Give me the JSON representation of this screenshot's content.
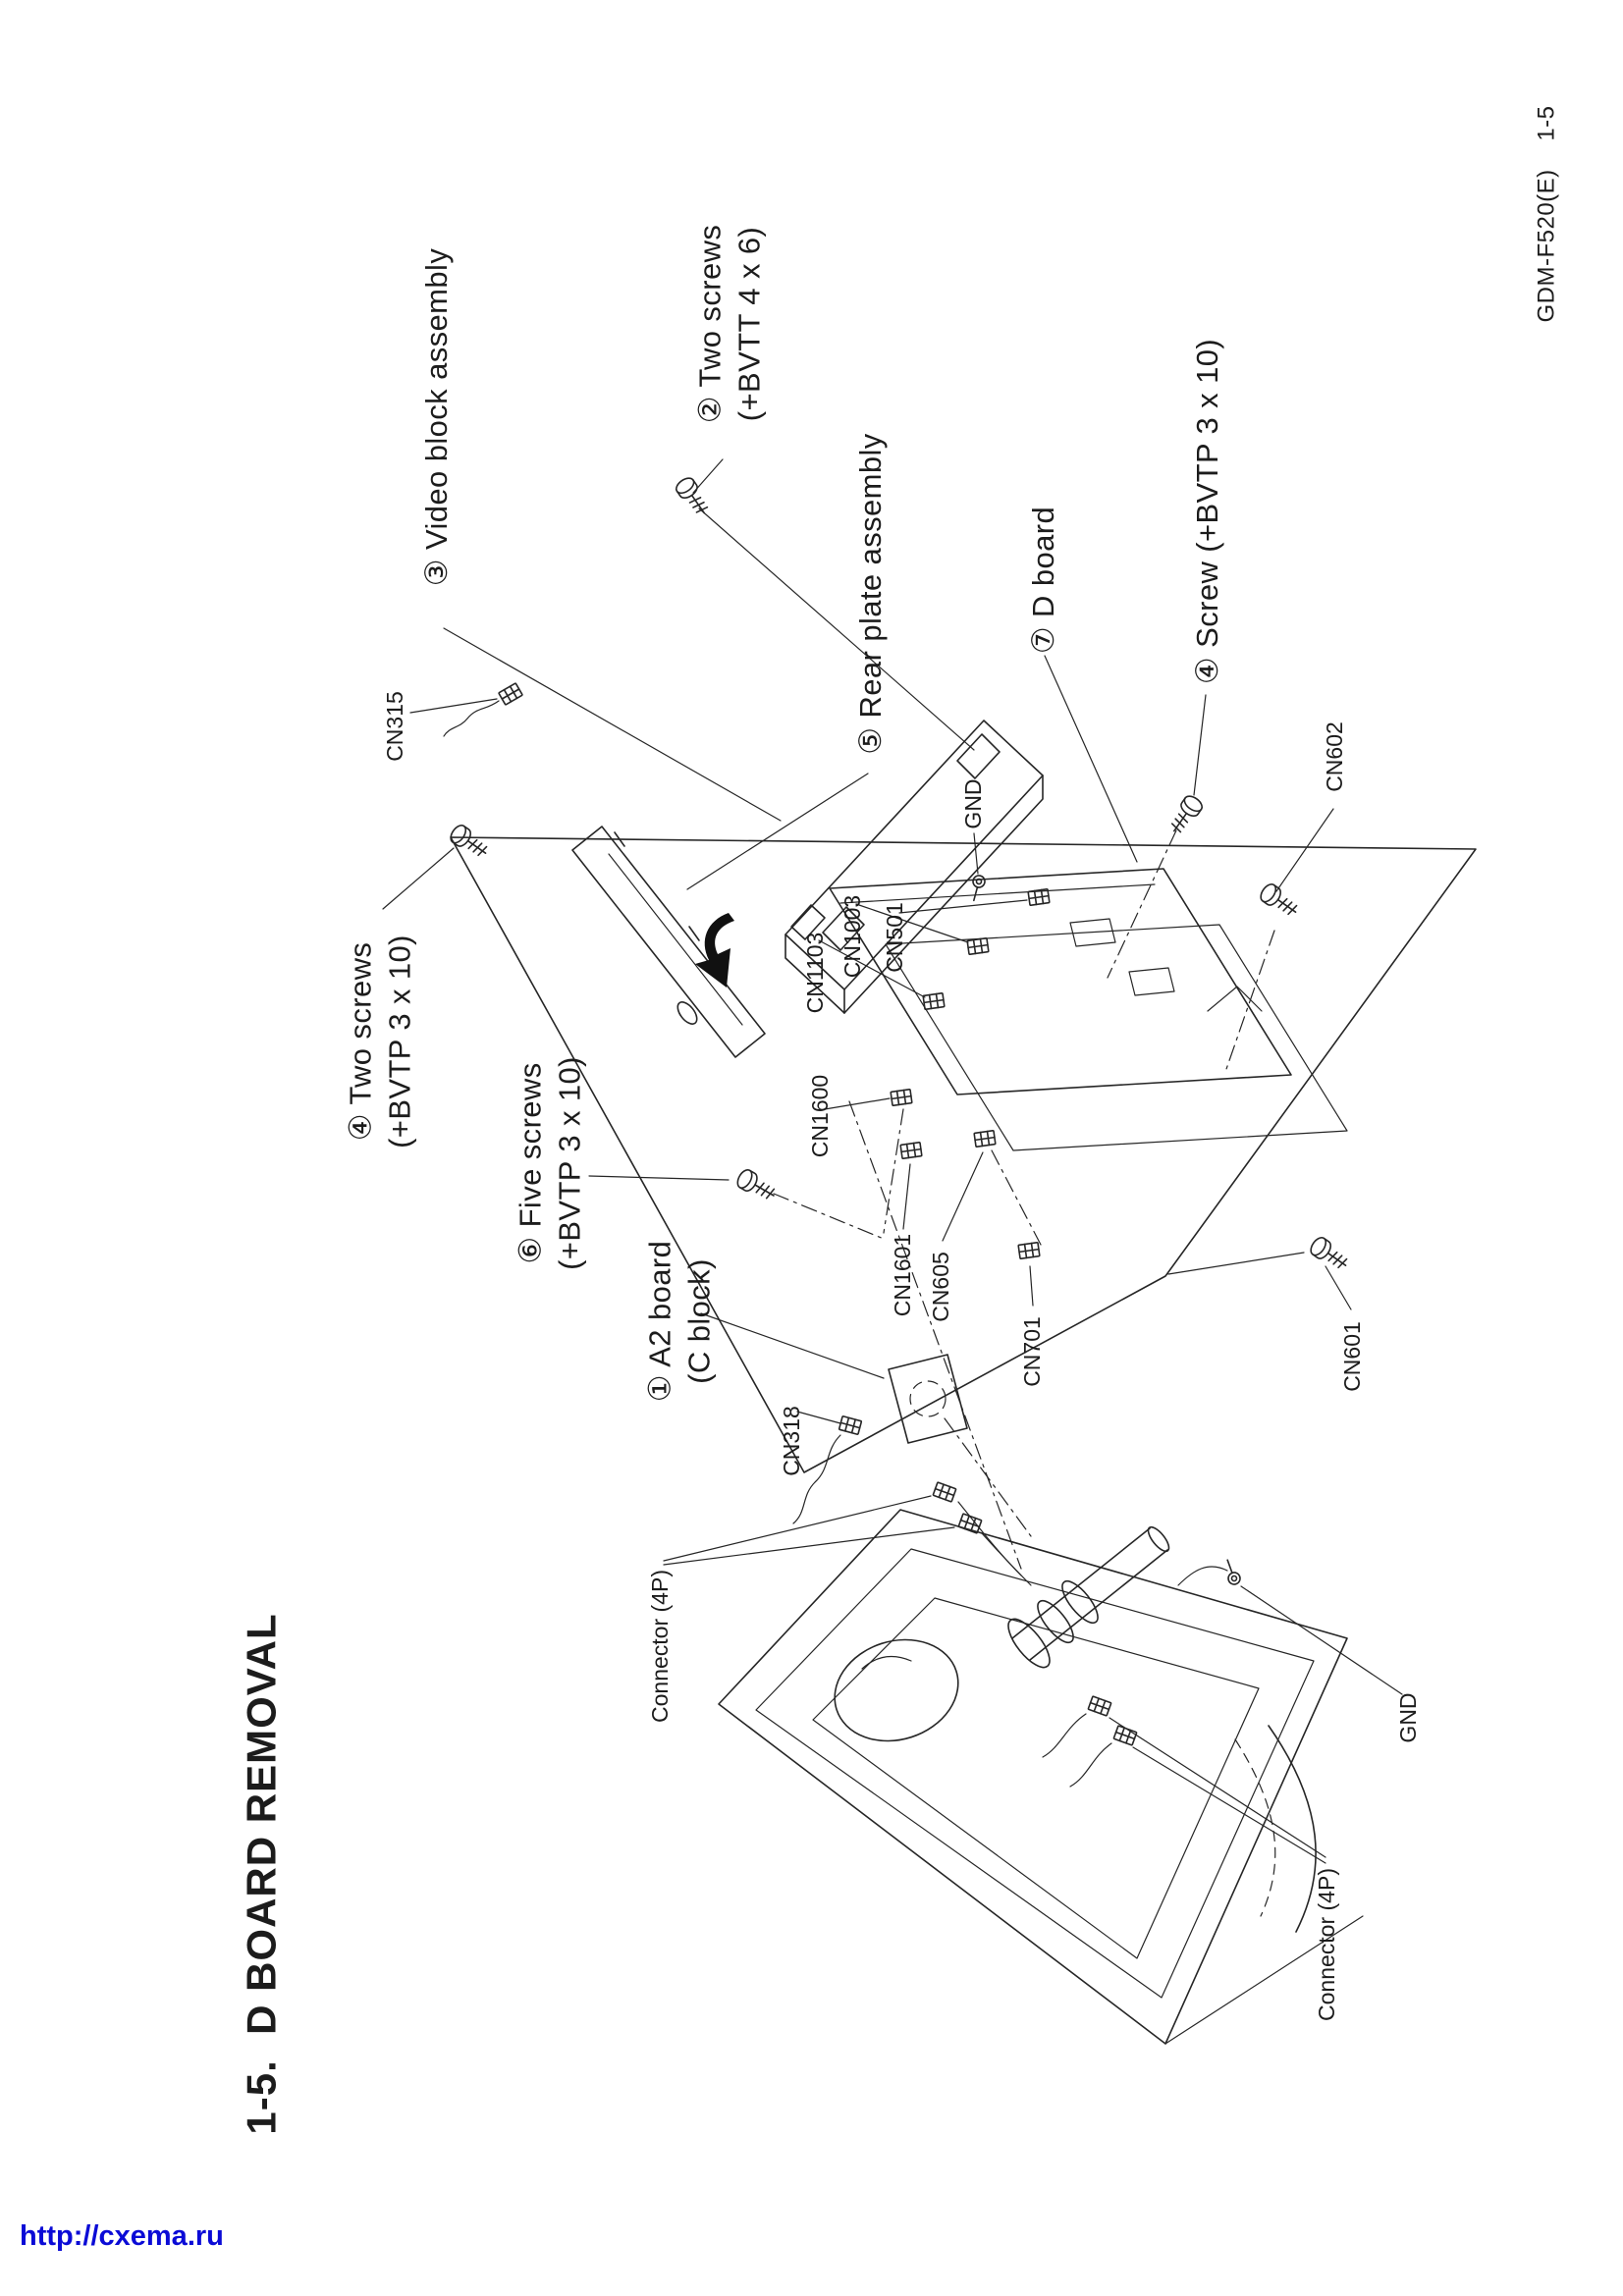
{
  "page": {
    "title": "1-5.  D BOARD REMOVAL",
    "doc_ref": "GDM-F520(E)    1-5",
    "watermark": "http://cxema.ru"
  },
  "callouts": {
    "video_block": "③ Video block assembly",
    "two_screws_bvtt": "② Two screws\n(+BVTT 4 x 6)",
    "rear_plate": "⑤ Rear plate assembly",
    "d_board": "⑦ D board",
    "screw_bvtp": "④ Screw (+BVTP 3 x 10)",
    "two_screws_bvtp": "④ Two screws\n(+BVTP 3 x 10)",
    "five_screws_bvtp": "⑥ Five screws\n(+BVTP 3 x 10)",
    "a2_board": "① A2 board\n(C block)"
  },
  "part_labels": {
    "cn315": "CN315",
    "gnd_top": "GND",
    "cn602": "CN602",
    "cn501": "CN501",
    "cn1003": "CN1003",
    "cn1103": "CN1103",
    "cn1600": "CN1600",
    "cn1601": "CN1601",
    "cn605": "CN605",
    "cn701": "CN701",
    "cn601": "CN601",
    "cn318": "CN318",
    "connector_4p_top": "Connector (4P)",
    "gnd_bottom": "GND",
    "connector_4p_bottom": "Connector (4P)"
  }
}
